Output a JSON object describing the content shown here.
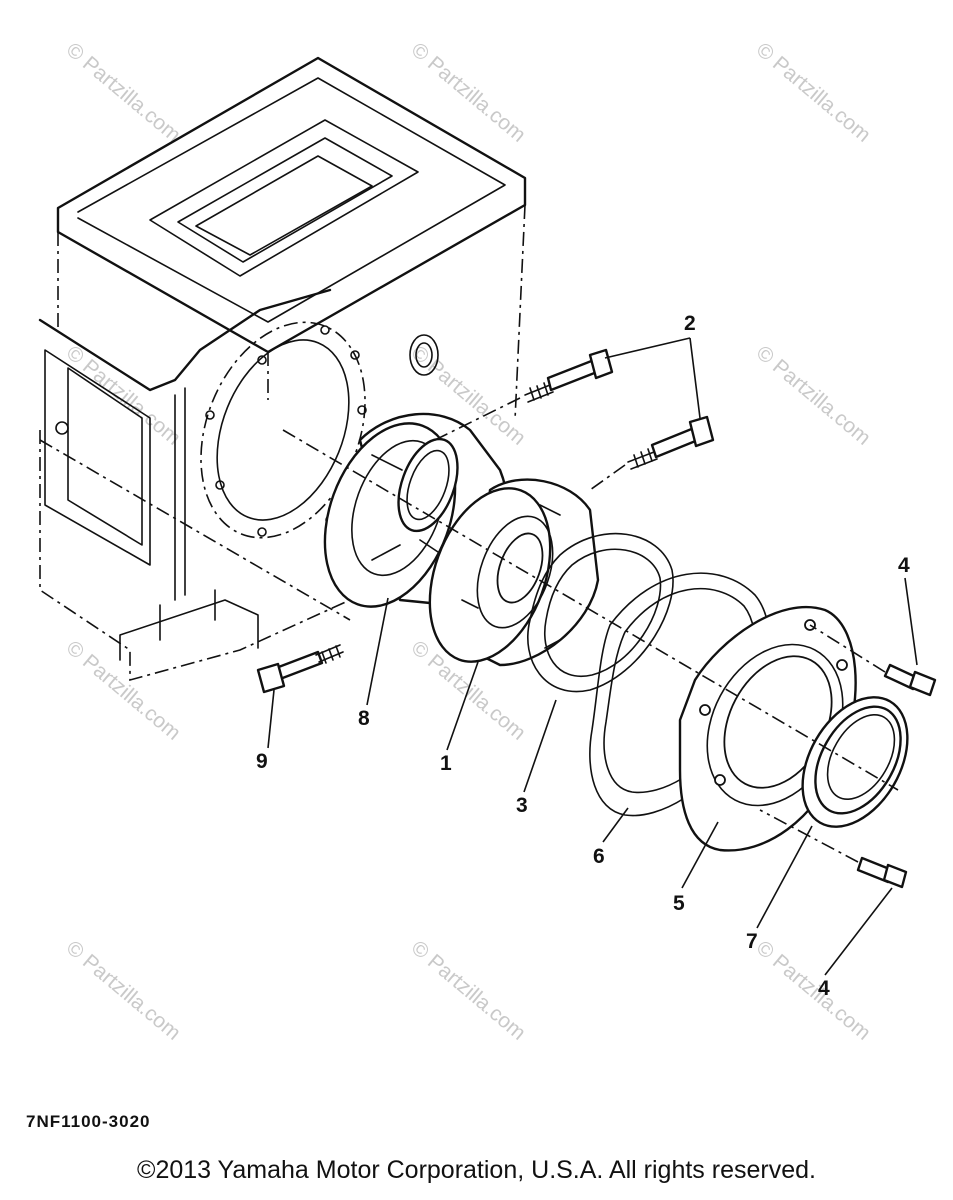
{
  "watermark": "© Partzilla.com",
  "callouts": [
    "2",
    "4",
    "8",
    "9",
    "1",
    "3",
    "6",
    "5",
    "7",
    "4"
  ],
  "diagram_code": "7NF1100-3020",
  "copyright": "©2013 Yamaha Motor Corporation, U.S.A. All rights reserved.",
  "colors": {
    "line": "#111111",
    "watermark": "#c9c9c9",
    "background": "#ffffff"
  }
}
